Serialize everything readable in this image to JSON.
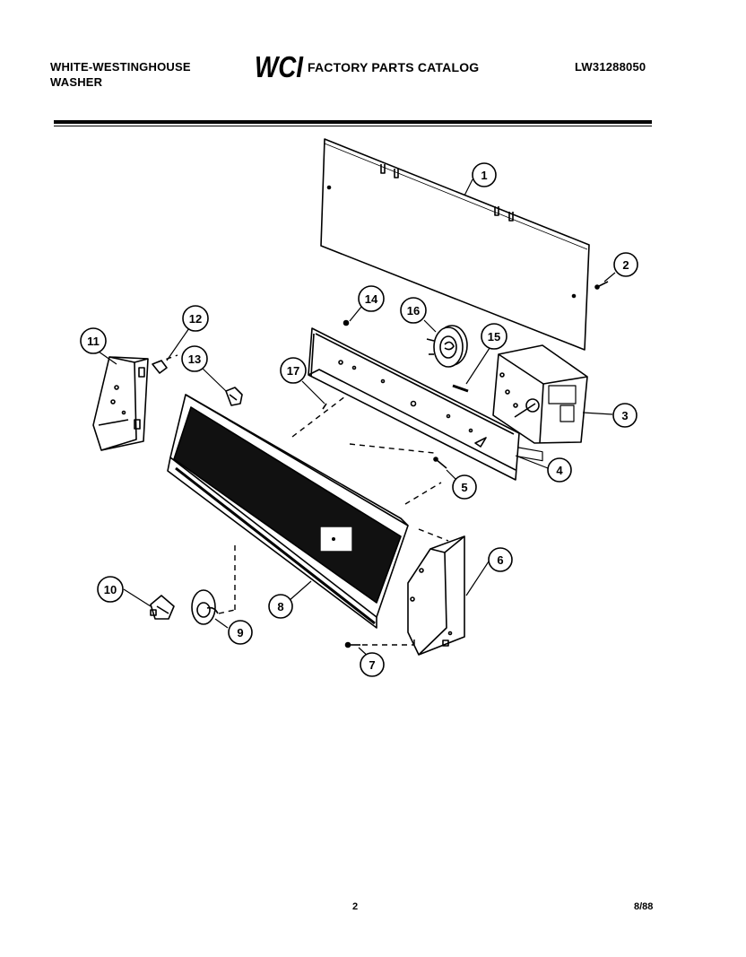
{
  "header": {
    "brand_line1": "WHITE-WESTINGHOUSE",
    "brand_line2": "WASHER",
    "logo_text": "WCI",
    "catalog_title": "FACTORY PARTS CATALOG",
    "model_number": "LW31288050"
  },
  "callouts": [
    "1",
    "2",
    "3",
    "4",
    "5",
    "6",
    "7",
    "8",
    "9",
    "10",
    "11",
    "12",
    "13",
    "14",
    "15",
    "16",
    "17"
  ],
  "footer": {
    "page_number": "2",
    "date_code": "8/88"
  }
}
